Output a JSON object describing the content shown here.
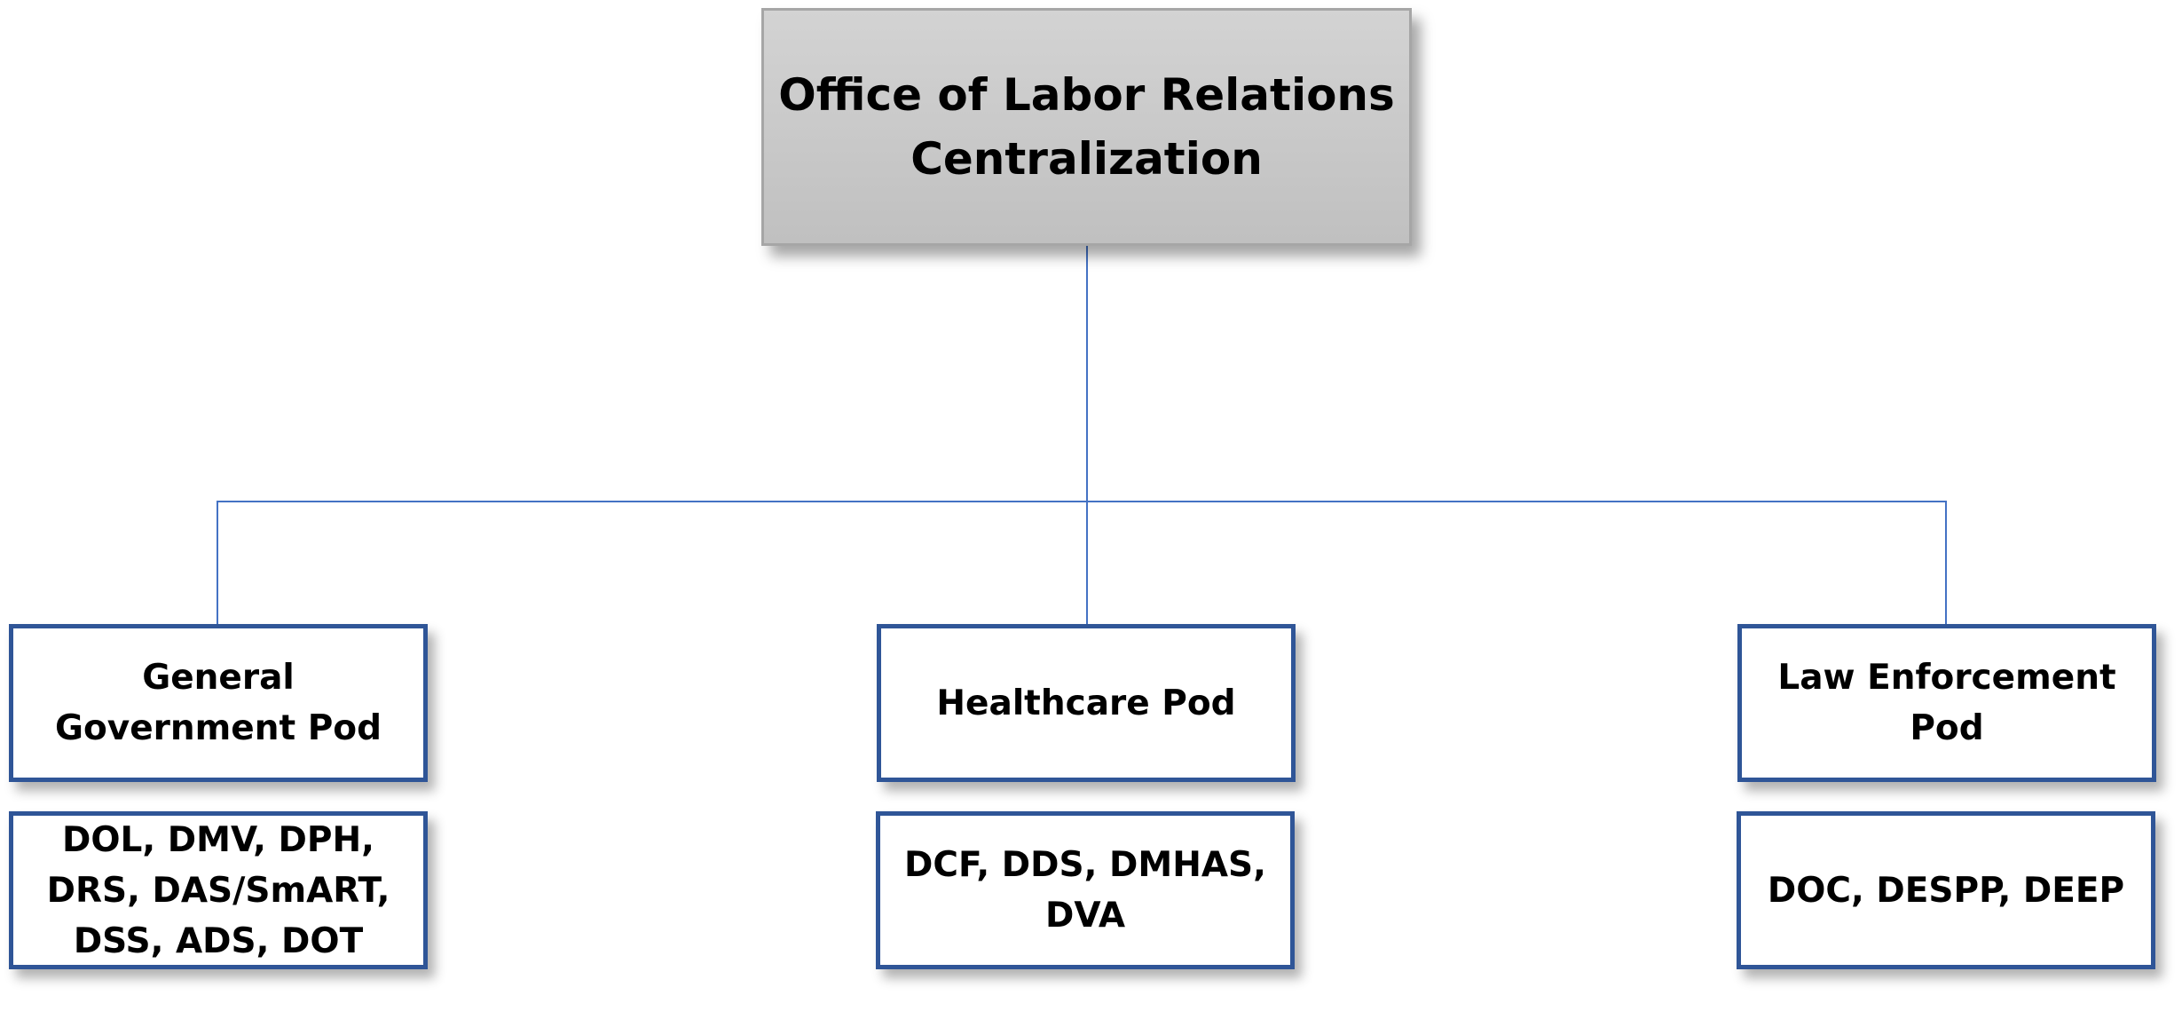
{
  "root": {
    "label": "Office of Labor Relations\nCentralization"
  },
  "pods": [
    {
      "title": "General\nGovernment Pod",
      "agencies": "DOL, DMV, DPH,\nDRS, DAS/SmART,\nDSS, ADS, DOT"
    },
    {
      "title": "Healthcare Pod",
      "agencies": "DCF, DDS, DMHAS,\nDVA"
    },
    {
      "title": "Law Enforcement\nPod",
      "agencies": "DOC, DESPP, DEEP"
    }
  ],
  "colors": {
    "border": "#2f5597",
    "connector": "#4472c4",
    "root_fill": "#c8c8c8"
  }
}
